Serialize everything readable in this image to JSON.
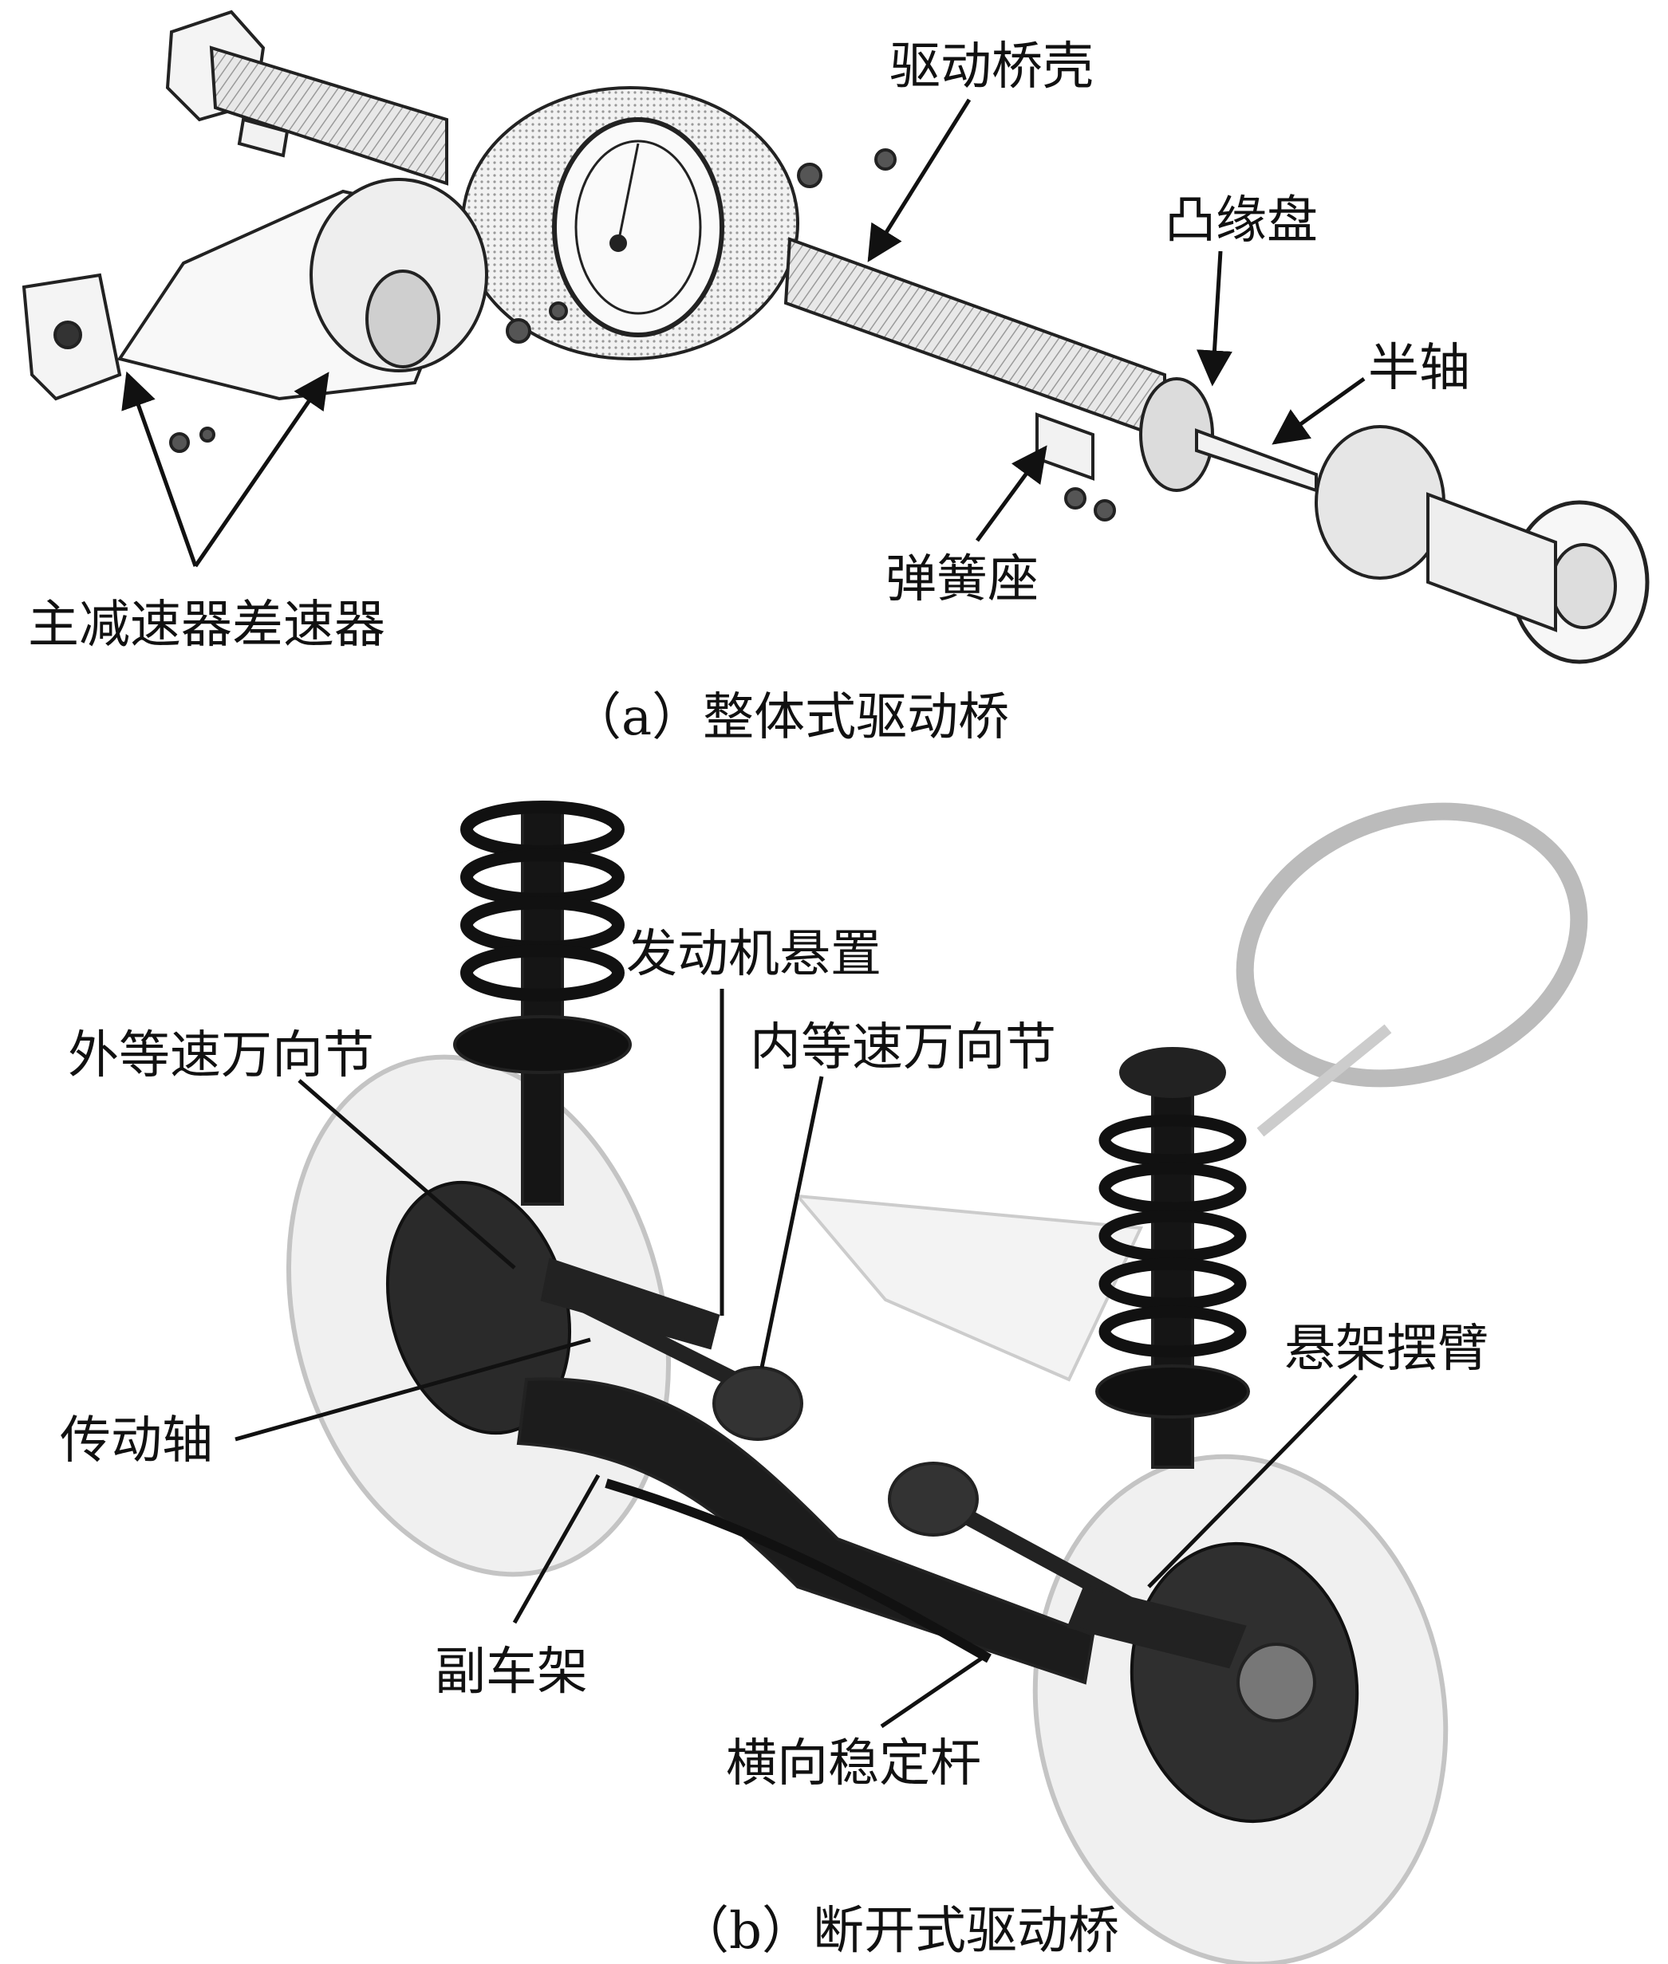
{
  "figure_a": {
    "caption": "（a）整体式驱动桥",
    "labels": {
      "axle_housing": "驱动桥壳",
      "flange": "凸缘盘",
      "half_shaft": "半轴",
      "spring_seat": "弹簧座",
      "final_drive_differential": "主减速器差速器"
    }
  },
  "figure_b": {
    "caption": "（b）断开式驱动桥",
    "labels": {
      "engine_mount": "发动机悬置",
      "outer_cv_joint": "外等速万向节",
      "inner_cv_joint": "内等速万向节",
      "suspension_arm": "悬架摆臂",
      "drive_shaft": "传动轴",
      "subframe": "副车架",
      "stabilizer_bar": "横向稳定杆"
    }
  }
}
